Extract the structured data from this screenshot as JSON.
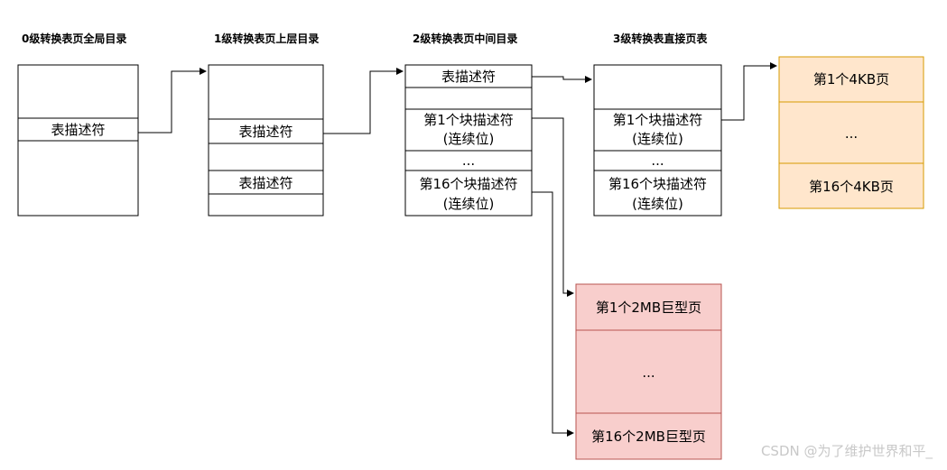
{
  "headings": {
    "level0": "0级转换表页全局目录",
    "level1": "1级转换表页上层目录",
    "level2": "2级转换表页中间目录",
    "level3": "3级转换表直接页表"
  },
  "level0": {
    "descriptor": "表描述符"
  },
  "level1": {
    "descriptor_1": "表描述符",
    "descriptor_2": "表描述符"
  },
  "level2": {
    "table_descriptor": "表描述符",
    "block_1_line1": "第1个块描述符",
    "block_1_line2": "(连续位)",
    "ellipsis": "...",
    "block_16_line1": "第16个块描述符",
    "block_16_line2": "(连续位)"
  },
  "level3": {
    "block_1_line1": "第1个块描述符",
    "block_1_line2": "(连续位)",
    "ellipsis": "...",
    "block_16_line1": "第16个块描述符",
    "block_16_line2": "(连续位)"
  },
  "pages_4kb": {
    "first": "第1个4KB页",
    "ellipsis": "...",
    "last": "第16个4KB页"
  },
  "pages_2mb": {
    "first": "第1个2MB巨型页",
    "ellipsis": "...",
    "last": "第16个2MB巨型页"
  },
  "watermark": "CSDN @为了维护世界和平_",
  "colors": {
    "orange_fill": "#ffe6cc",
    "orange_stroke": "#d79b00",
    "red_fill": "#f8cecc",
    "red_stroke": "#b85450"
  }
}
